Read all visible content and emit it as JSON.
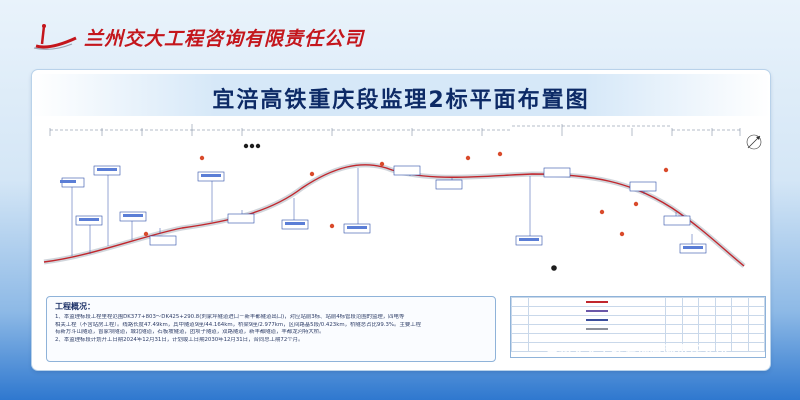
{
  "company": {
    "name": "兰州交大工程咨询有限责任公司",
    "watermark": "兰州交大工程咨询有限责任公司",
    "brand_color": "#c4161c"
  },
  "plan": {
    "title": "宜涪高铁重庆段监理2标平面布置图",
    "route_color": "#c1272d",
    "route_shading_color": "#9aa3b2",
    "title_color": "#0d2a66"
  },
  "overview": {
    "heading": "工程概况：",
    "lines": [
      "1、本监理标段工程里程范围DK377+803～DK425+290.8(刘家坪隧道进口－新丰都隧道出口)，对应站前3标、站前4标管段范围的监理，四电等",
      "相关工程（不含站房工程）。线路长度47.49km，其中隧道9座/44.164km，桥梁9座/2.977km，区间路基5段/0.423km，桥隧总占比99.3%。主要工程",
      "有新方斗山隧道，曾家坝隧道，城北隧道，石板坡隧道，团坝子隧道，双路隧道，新丰都隧道，丰都龙河特大桥。",
      "2、本监理标段计划开工日期2024年12月31日，计划竣工日期2030年12月31日，合同总工期72个月。"
    ]
  },
  "legend": {
    "rows": [
      {
        "swatch_color": "#c1272d"
      },
      {
        "swatch_color": "#6a57a8"
      },
      {
        "swatch_color": "#3a4e9c"
      },
      {
        "swatch_color": "#8a8f99"
      }
    ]
  }
}
